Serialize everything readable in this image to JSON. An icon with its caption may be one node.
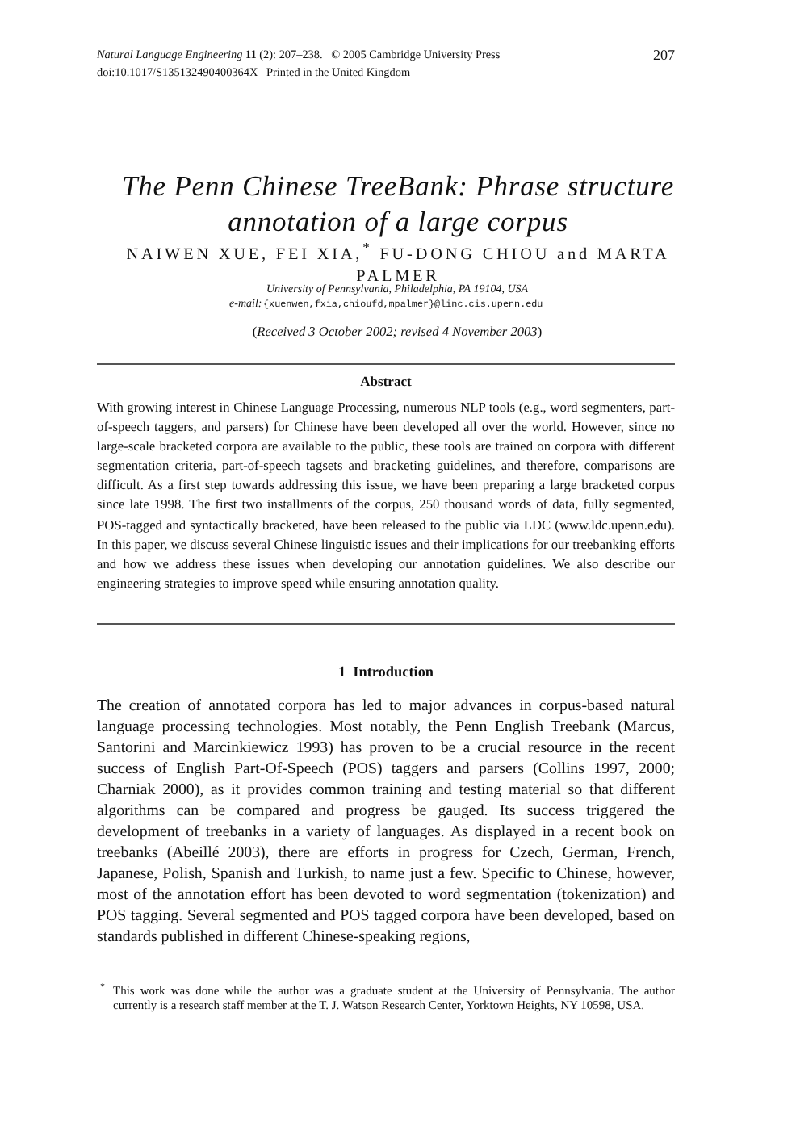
{
  "diagram": {
    "title": "The Penn Chinese TreeBank: Phrase structure annotation of a large corpus",
    "labels": [
      "*Natural Language Engineering* **11** (2): 207–238.   © 2005 Cambridge University Press",
      "207",
      "doi:10.1017/S135132490400364X   Printed in the United Kingdom",
      "NAIWEN XUE, FEI XIA,$^{*}$ FU-DONG CHIOU and MARTA PALMER",
      "University of Pennsylvania, Philadelphia, PA 19104, USA",
      "e-mail:",
      "{xuenwen,fxia,chioufd,mpalmer}@linc.cis.upenn.edu",
      "(*Received 3 October 2002; revised 4 November 2003*)",
      "Abstract",
      "With growing interest in Chinese Language Processing, numerous NLP tools (e.g., word segmenters, part-of-speech taggers, and parsers) for Chinese have been developed all over the world. However, since no large-scale bracketed corpora are available to the public, these tools are trained on corpora with different segmentation criteria, part-of-speech tagsets and bracketing guidelines, and therefore, comparisons are difficult. As a first step towards addressing this issue, we have been preparing a large bracketed corpus since late 1998. The first two installments of the corpus, 250 thousand words of data, fully segmented, POS-tagged and syntactically bracketed, have been released to the public via LDC (www.ldc.upenn.edu). In this paper, we discuss several Chinese linguistic issues and their implications for our treebanking efforts and how we address these issues when developing our annotation guidelines. We also describe our engineering strategies to improve speed while ensuring annotation quality.",
      "1  Introduction",
      "The creation of annotated corpora has led to major advances in corpus-based natural language processing technologies. Most notably, the Penn English Treebank (Marcus, Santorini and Marcinkiewicz 1993) has proven to be a crucial resource in the recent success of English Part-Of-Speech (POS) taggers and parsers (Collins 1997, 2000; Charniak 2000), as it provides common training and testing material so that different algorithms can be compared and progress be gauged. Its success triggered the development of treebanks in a variety of languages. As displayed in a recent book on treebanks (Abeillé 2003), there are efforts in progress for Czech, German, French, Japanese, Polish, Spanish and Turkish, to name just a few. Specific to Chinese, however, most of the annotation effort has been devoted to word segmentation (tokenization) and POS tagging. Several segmented and POS tagged corpora have been developed, based on standards published in different Chinese-speaking regions,",
      "*",
      "This work was done while the author was a graduate student at the University of Pennsylvania. The author currently is a research staff member at the T. J. Watson Research Center, Yorktown Heights, NY 10598, USA."
    ]
  }
}
